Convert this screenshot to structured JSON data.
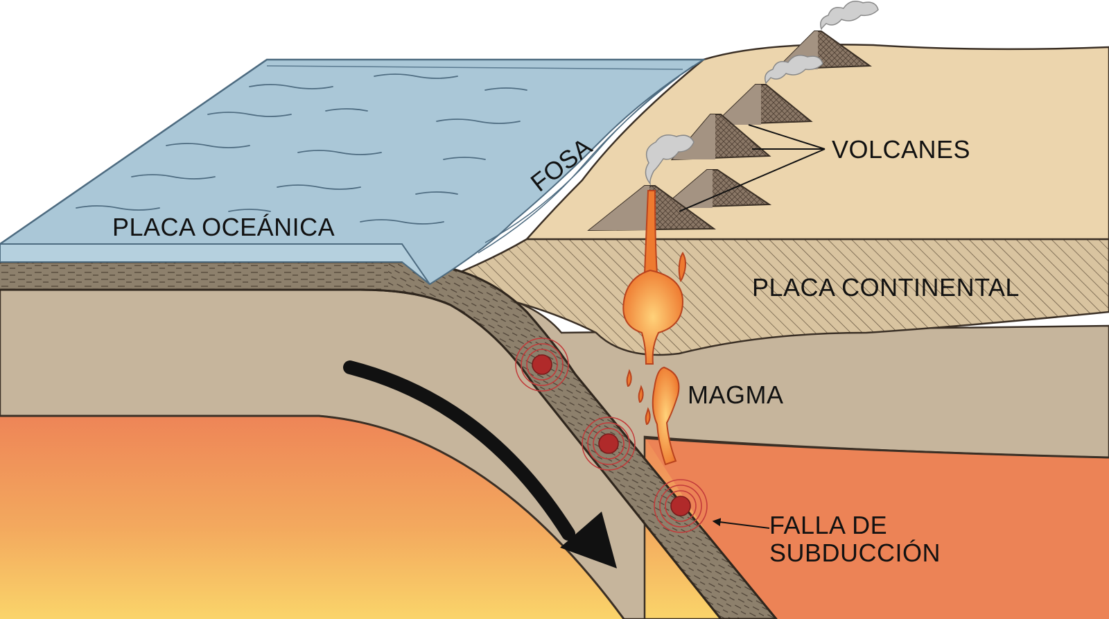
{
  "labels": {
    "oceanic_plate": "PLACA OCEÁNICA",
    "trench": "FOSA",
    "volcanoes": "VOLCANES",
    "continental_plate": "PLACA CONTINENTAL",
    "magma": "MAGMA",
    "fault_line1": "FALLA DE",
    "fault_line2": "SUBDUCCIÓN"
  },
  "colors": {
    "ocean": "#a9c8d8",
    "ocean_top": "#b8d3e0",
    "sand": "#ead5ae",
    "crust": "#c4b39a",
    "slab": "#8a7c68",
    "mantle_top": "#ec8a58",
    "mantle_bottom": "#f9d26a",
    "magma": "#f08a3c",
    "quake": "#c23a3a",
    "arrow": "#111111"
  }
}
